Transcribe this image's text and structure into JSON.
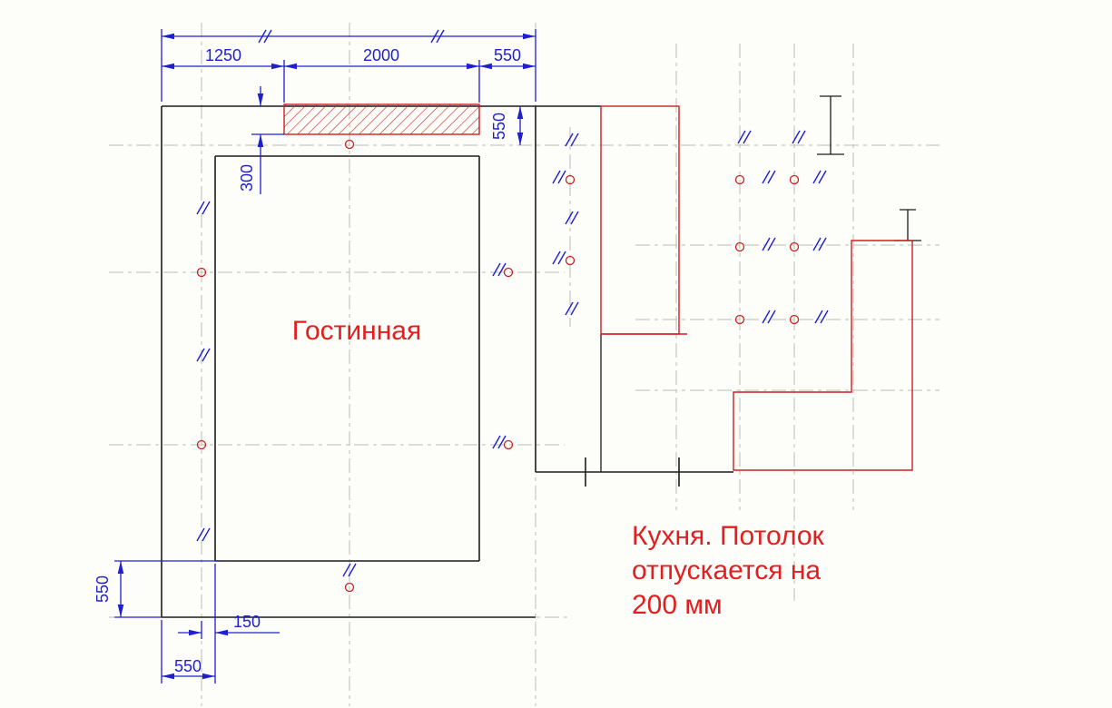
{
  "colors": {
    "dimension_blue": "#1f1fd0",
    "annotation_red": "#e02020",
    "outline_red": "#cc2020",
    "wall_black": "#1c1c1c",
    "grid_gray": "#bdbdb4",
    "background": "#fdfdfa"
  },
  "rooms": {
    "living": {
      "label": "Гостинная"
    },
    "kitchen": {
      "note_lines": [
        "Кухня. Потолок",
        "отпускается на",
        "200 мм"
      ]
    }
  },
  "dimensions": {
    "top_width_left": "1250",
    "top_width_mid": "2000",
    "top_width_right": "550",
    "right_height": "550",
    "beam_depth": "300",
    "bottom_left_height": "550",
    "bottom_offset": "150",
    "bottom_wall_width": "550"
  }
}
